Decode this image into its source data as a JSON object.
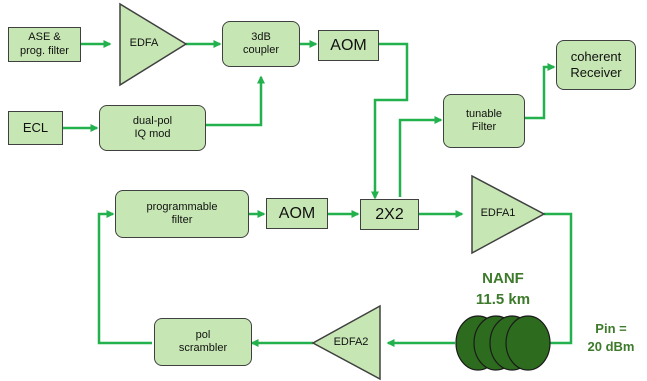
{
  "colors": {
    "wire": "#22b14c",
    "box_fill": "#c6e7b3",
    "box_border": "#404040",
    "fiber_fill": "#2d6b1e",
    "note_text": "#3d7a2b"
  },
  "blocks": {
    "ase": "ASE &\nprog. filter",
    "edfa_top": "EDFA",
    "coupler": "3dB\ncoupler",
    "aom_top": "AOM",
    "coherent_rx": "coherent\nReceiver",
    "ecl": "ECL",
    "iq_mod": "dual-pol\nIQ mod",
    "tunable_filter": "tunable\nFilter",
    "prog_filter": "programmable\nfilter",
    "aom_loop": "AOM",
    "switch_2x2": "2X2",
    "edfa1": "EDFA1",
    "edfa2": "EDFA2",
    "pol_scrambler": "pol\nscrambler"
  },
  "fiber": {
    "name": "NANF",
    "length": "11.5 km",
    "pin": "Pin =\n20 dBm"
  }
}
